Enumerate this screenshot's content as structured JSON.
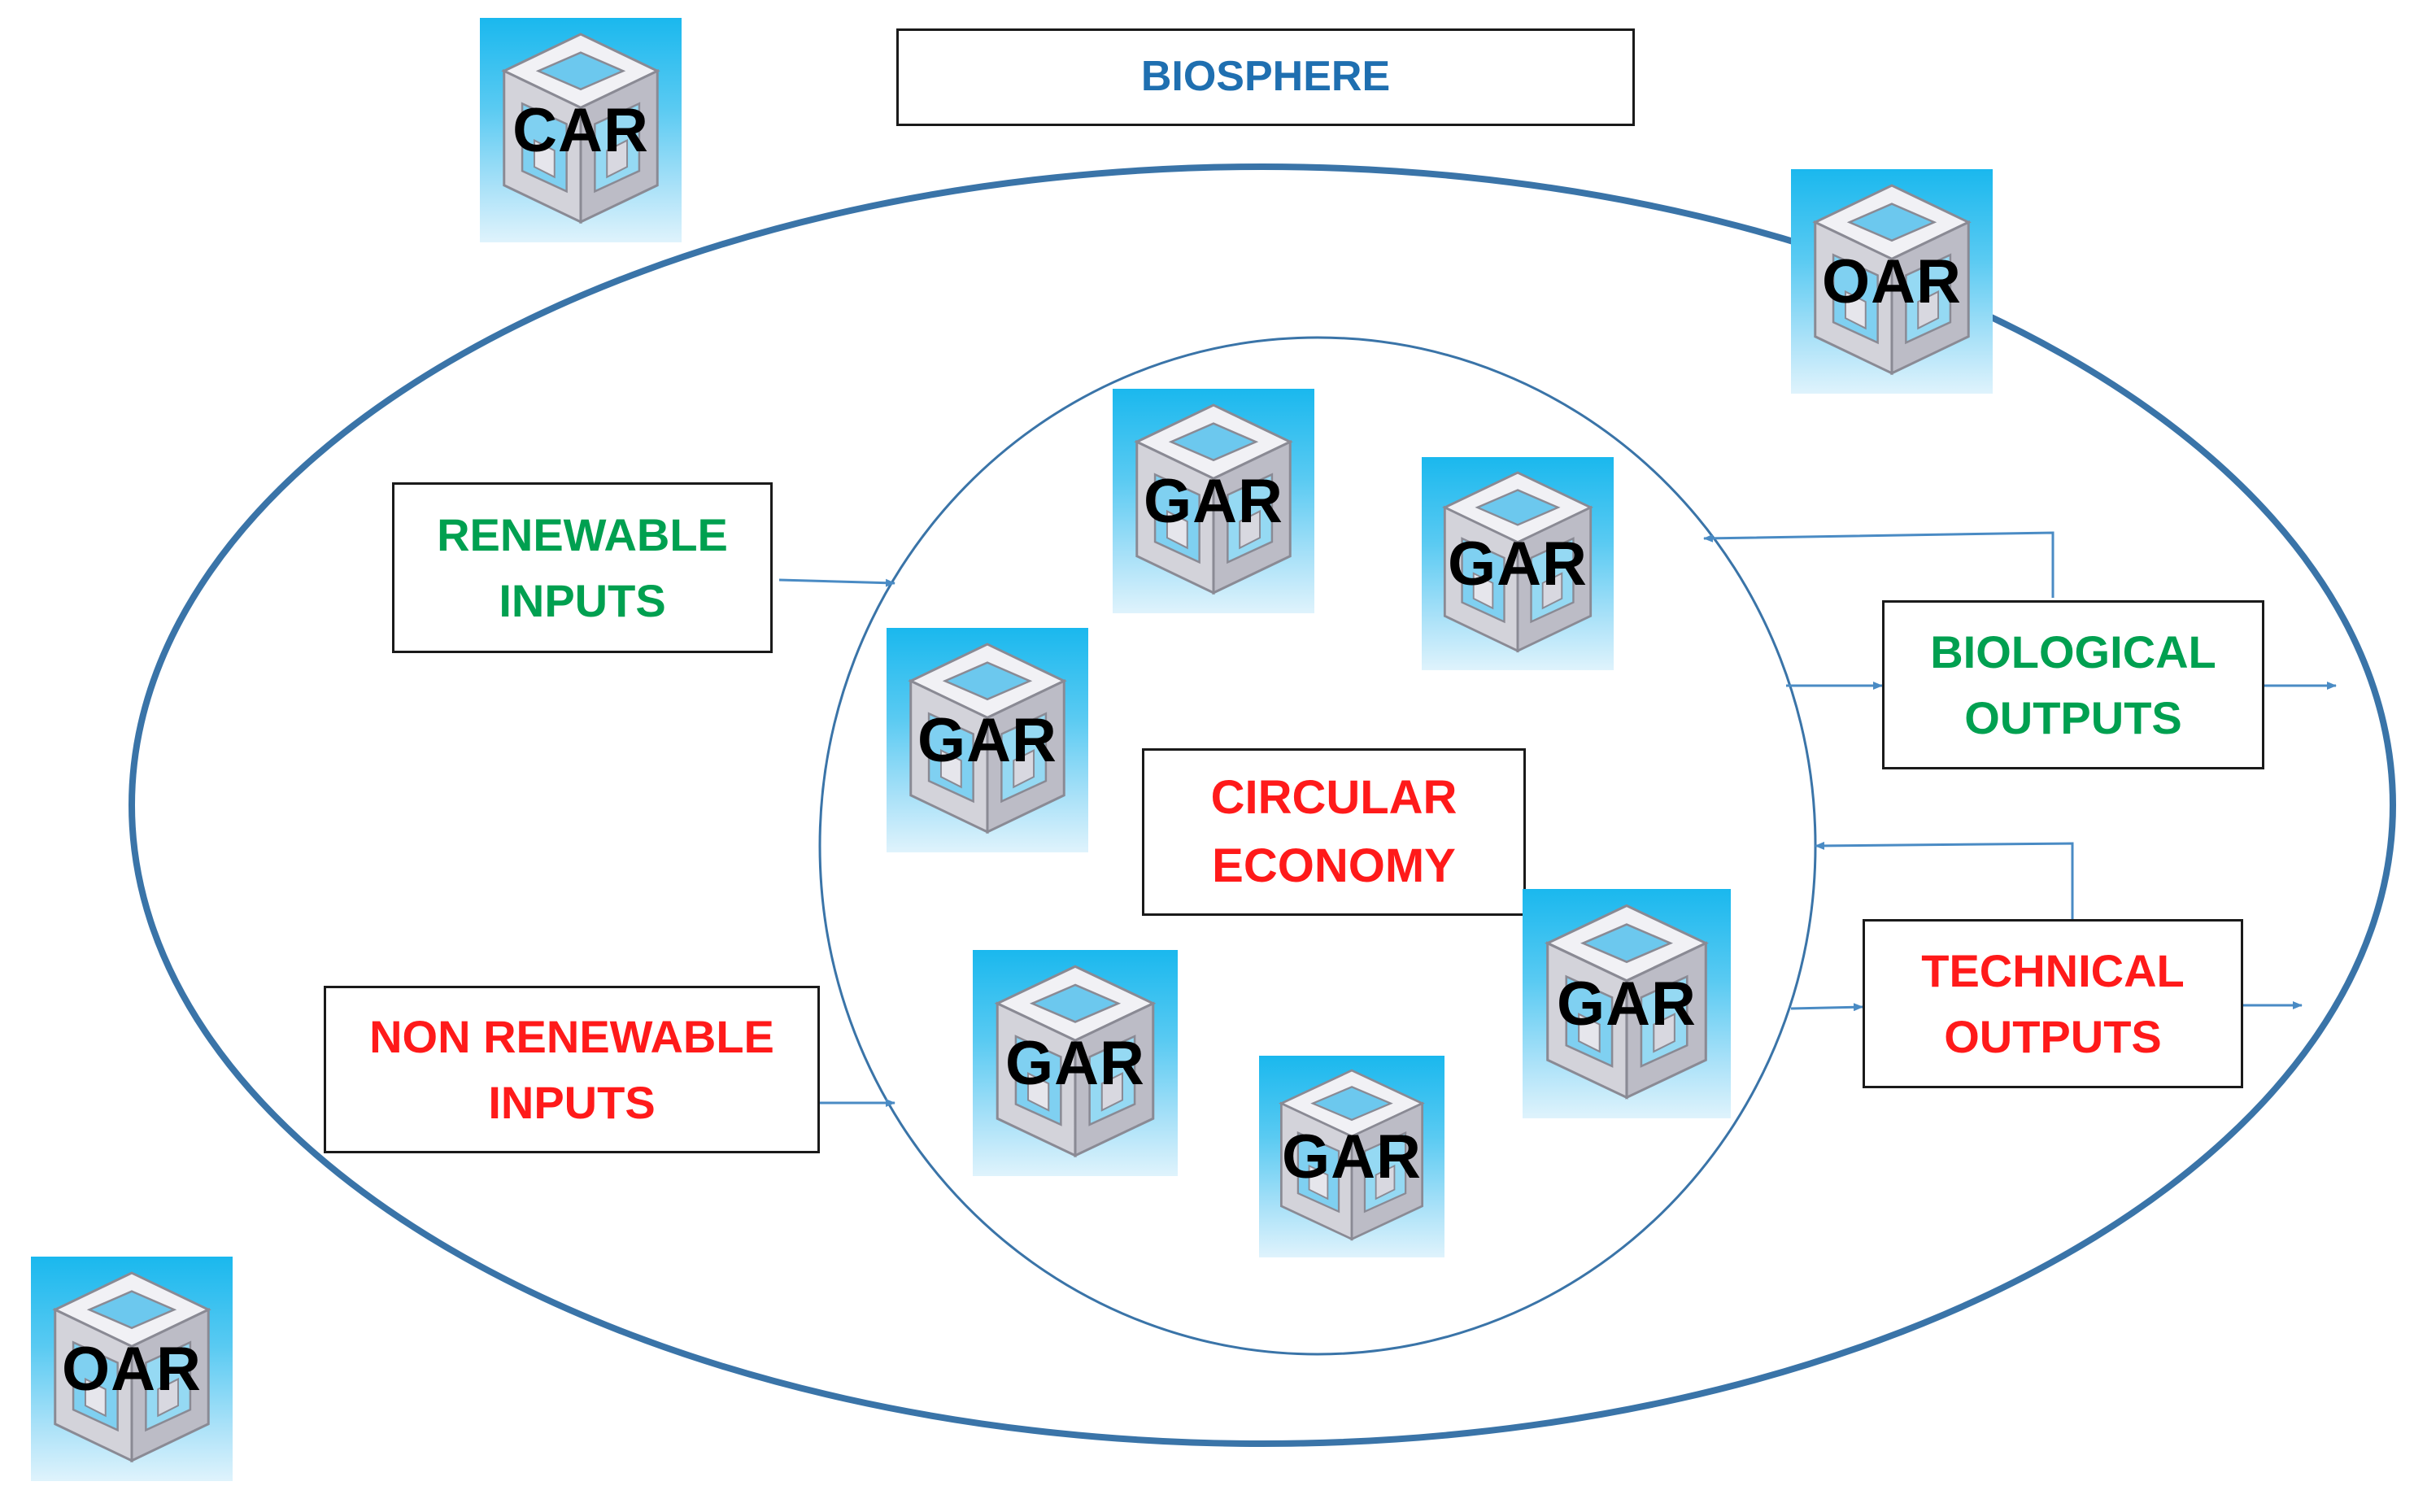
{
  "colors": {
    "line": "#3a74a8",
    "arrow": "#4a8bc4",
    "blue_label": "#1f6fb0",
    "green_label": "#00a050",
    "red_label": "#ff1a1a",
    "black": "#000000"
  },
  "icons": {
    "tile_icon": "hollow-cube-icon"
  },
  "title": "BIOSPHERE",
  "center": {
    "line1": "CIRCULAR",
    "line2": "ECONOMY"
  },
  "inputs": {
    "renewable": {
      "line1": "RENEWABLE",
      "line2": "INPUTS"
    },
    "non_renewable": {
      "line1": "NON RENEWABLE",
      "line2": "INPUTS"
    }
  },
  "outputs": {
    "biological": {
      "line1": "BIOLOGICAL",
      "line2": "OUTPUTS"
    },
    "technical": {
      "line1": "TECHNICAL",
      "line2": "OUTPUTS"
    }
  },
  "tiles": {
    "car_top": "CAR",
    "oar_top_right": "OAR",
    "oar_bottom_left": "OAR",
    "gar_top": "GAR",
    "gar_top_right": "GAR",
    "gar_left": "GAR",
    "gar_bottom_left": "GAR",
    "gar_bottom_center": "GAR",
    "gar_bottom_right": "GAR"
  }
}
